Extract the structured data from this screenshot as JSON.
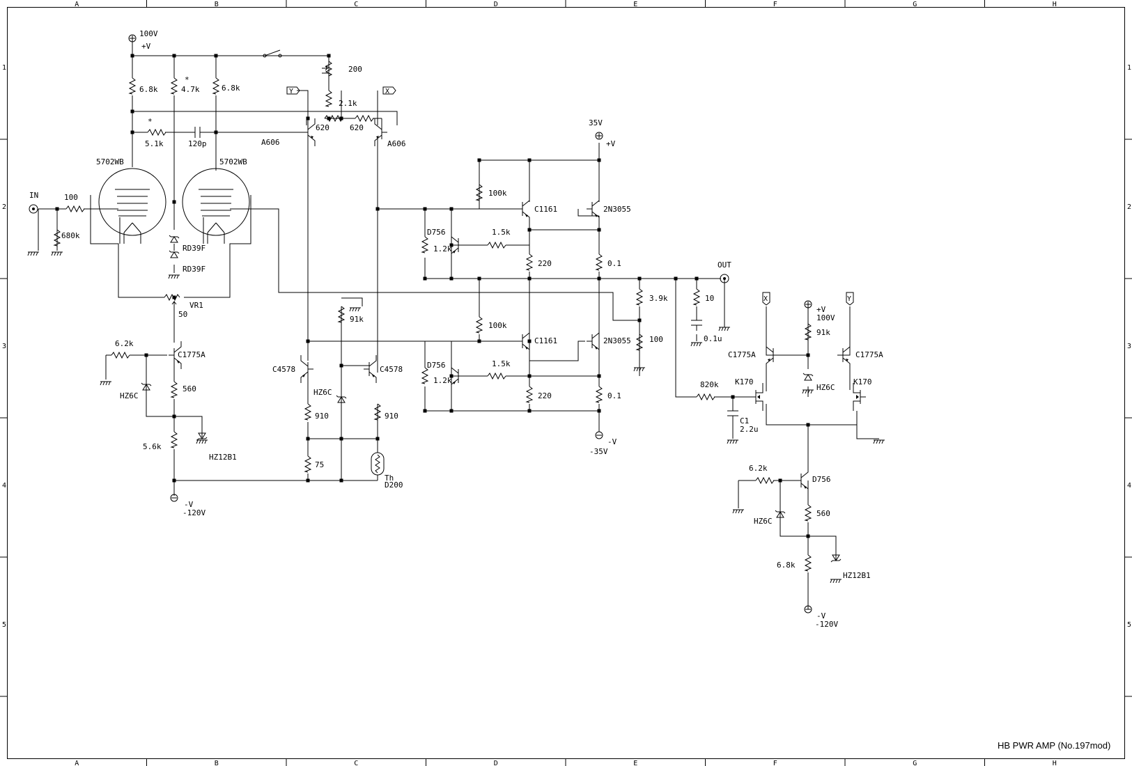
{
  "title_block": {
    "title": "HB PWR AMP (No.197mod)"
  },
  "border": {
    "columns": [
      "A",
      "B",
      "C",
      "D",
      "E",
      "F",
      "G",
      "H"
    ],
    "rows": [
      "1",
      "2",
      "3",
      "4",
      "5"
    ]
  },
  "rails": {
    "plus_100_value": "100V",
    "plus_100_sign": "+V",
    "plus_35_value": "35V",
    "plus_35_sign": "+V",
    "minus_35_sign": "-V",
    "minus_35_value": "-35V",
    "minus_120_sign": "-V",
    "minus_120_value": "-120V",
    "right_plus_sign": "+V",
    "right_plus_value": "100V",
    "right_minus_sign": "-V",
    "right_minus_value": "-120V"
  },
  "ports": {
    "input": "IN",
    "output": "OUT",
    "x": "X",
    "y": "Y"
  },
  "tubes": {
    "left": "5702WB",
    "right": "5702WB"
  },
  "labels": {
    "r_in": "100",
    "r_680k": "680k",
    "r_6k8_a": "6.8k",
    "r_4k7": "4.7k",
    "star_a": "*",
    "r_6k8_b": "6.8k",
    "star_b": "*",
    "r_5k1": "5.1k",
    "c_120p": "120p",
    "zener_rd1": "RD39F",
    "zener_rd2": "RD39F",
    "vr1": "VR1",
    "vr1_val": "50",
    "r_6k2_a": "6.2k",
    "q_c1775a_a": "C1775A",
    "zener_hz6c_a": "HZ6C",
    "r_560_a": "560",
    "r_5k6": "5.6k",
    "zener_hz12b1_a": "HZ12B1",
    "pot_200": "200",
    "r_2k1": "2.1k",
    "r_620_a": "620",
    "r_620_b": "620",
    "q_a606_a": "A606",
    "q_a606_b": "A606",
    "r_91k_a": "91k",
    "q_c4578_a": "C4578",
    "q_c4578_b": "C4578",
    "zener_hz6c_b": "HZ6C",
    "r_910_a": "910",
    "r_910_b": "910",
    "r_75": "75",
    "th": "Th",
    "th_val": "D200",
    "r_100k_a": "100k",
    "q_c1161_a": "C1161",
    "q_2n3055_a": "2N3055",
    "q_d756_a": "D756",
    "r_1k2_a": "1.2k",
    "r_1k5_a": "1.5k",
    "r_220_a": "220",
    "r_0r1_a": "0.1",
    "r_100k_b": "100k",
    "q_c1161_b": "C1161",
    "q_2n3055_b": "2N3055",
    "q_d756_b": "D756",
    "r_1k2_b": "1.2k",
    "r_1k5_b": "1.5k",
    "r_220_b": "220",
    "r_0r1_b": "0.1",
    "r_3k9": "3.9k",
    "r_100_fb": "100",
    "r_10": "10",
    "c_0u1": "0.1u",
    "r_91k_b": "91k",
    "q_c1775a_b": "C1775A",
    "q_c1775a_c": "C1775A",
    "q_k170_a": "K170",
    "q_k170_b": "K170",
    "zener_hz6c_c": "HZ6C",
    "r_820k": "820k",
    "c1": "C1",
    "c1_val": "2.2u",
    "r_6k2_b": "6.2k",
    "q_d756_c": "D756",
    "zener_hz6c_d": "HZ6C",
    "r_560_b": "560",
    "r_6k8_c": "6.8k",
    "zener_hz12b1_b": "HZ12B1"
  }
}
